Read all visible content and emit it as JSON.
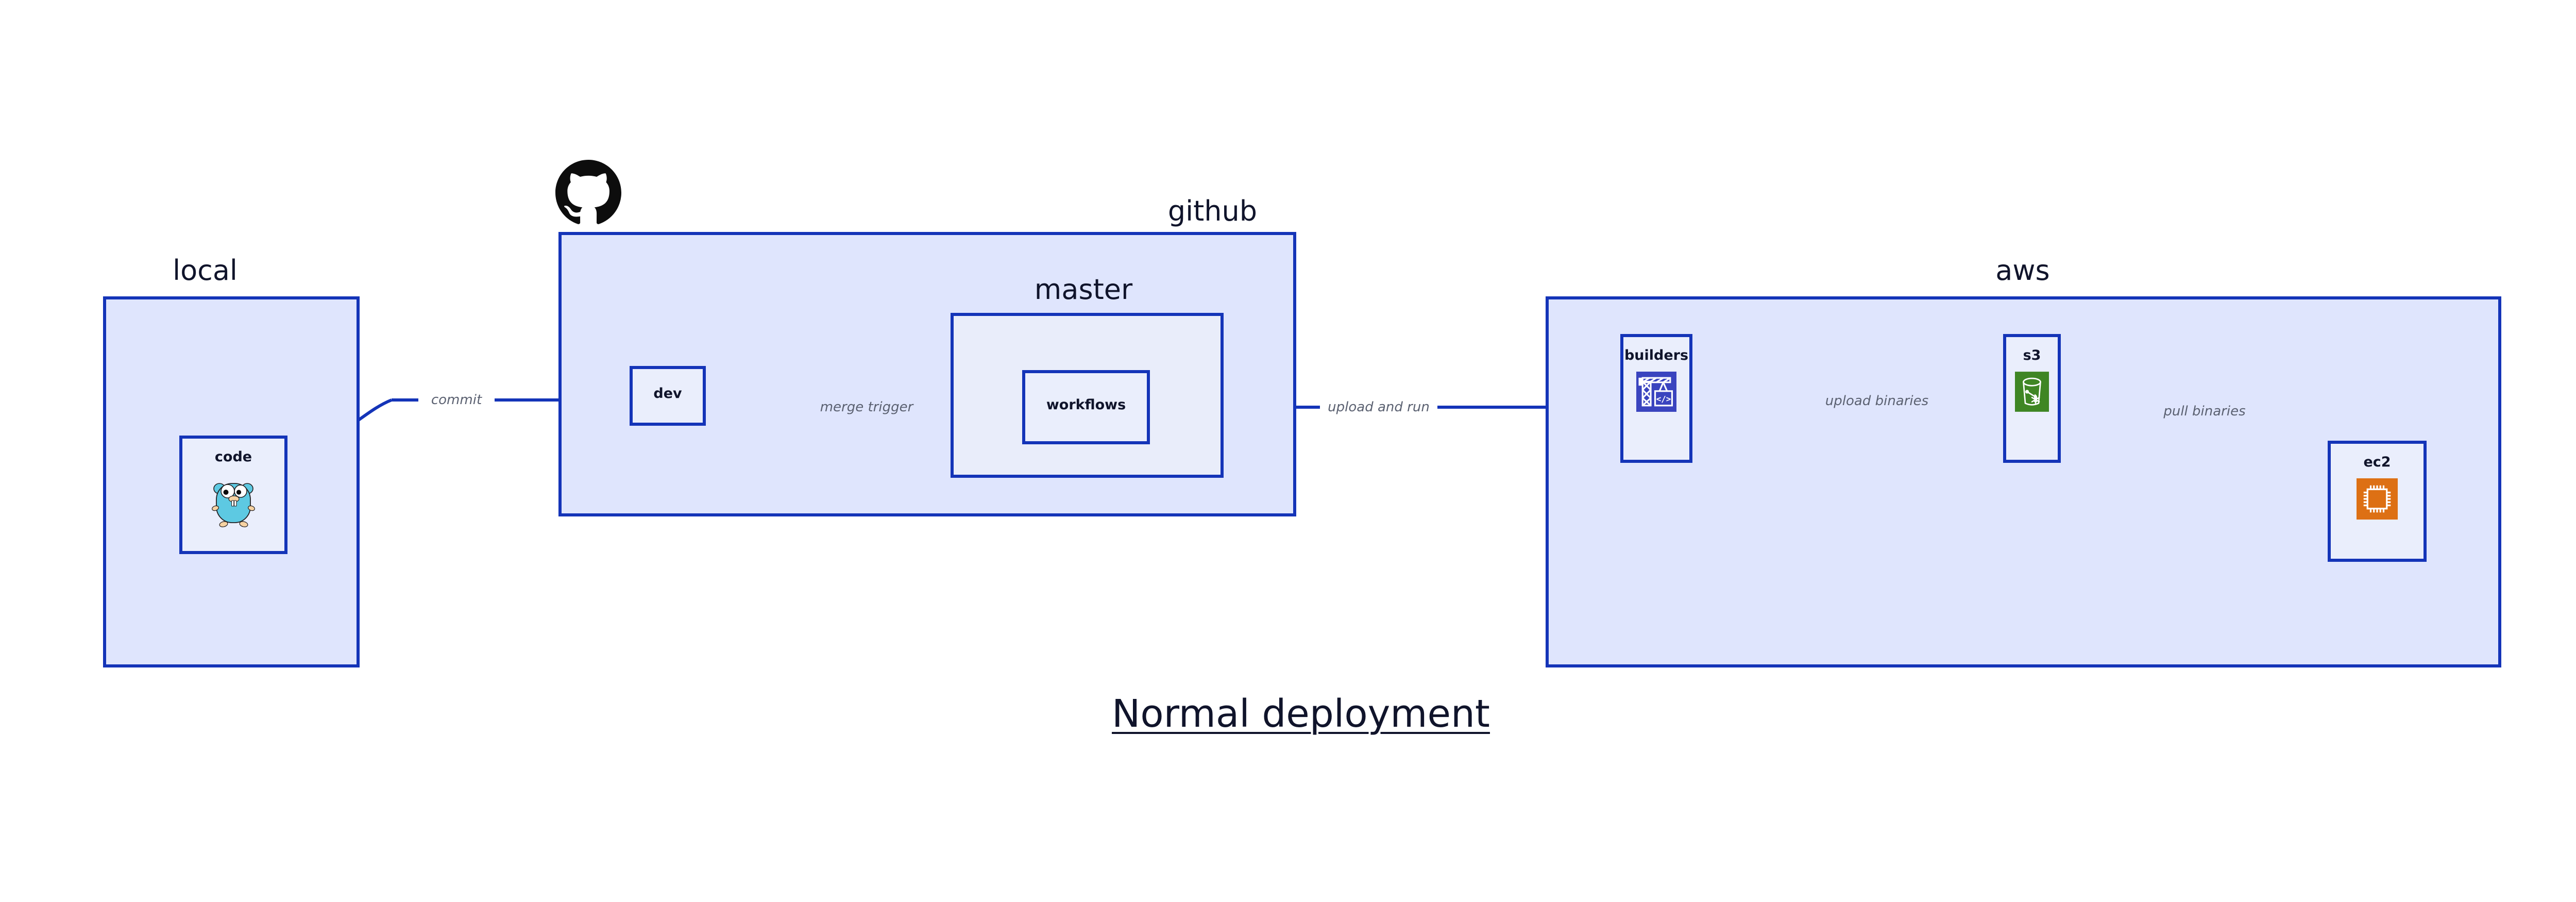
{
  "title": {
    "text": "Normal deployment"
  },
  "groups": [
    {
      "id": "local",
      "label": "local"
    },
    {
      "id": "github",
      "label": "github"
    },
    {
      "id": "master",
      "label": "master"
    },
    {
      "id": "aws",
      "label": "aws"
    }
  ],
  "nodes": [
    {
      "id": "code",
      "label": "code",
      "icon": "go-gopher-icon",
      "icon_color": "#5DC9E2"
    },
    {
      "id": "dev",
      "label": "dev",
      "icon": "none",
      "icon_color": ""
    },
    {
      "id": "workflows",
      "label": "workflows",
      "icon": "none",
      "icon_color": ""
    },
    {
      "id": "builders",
      "label": "builders",
      "icon": "aws-codebuild-icon",
      "icon_color": "#3a44bf"
    },
    {
      "id": "s3",
      "label": "s3",
      "icon": "aws-s3-glacier-icon",
      "icon_color": "#3f8624"
    },
    {
      "id": "ec2",
      "label": "ec2",
      "icon": "aws-ec2-icon",
      "icon_color": "#dd7014"
    }
  ],
  "edges": [
    {
      "id": "commit",
      "label": "commit",
      "from": "code",
      "to": "dev"
    },
    {
      "id": "merge-trigger",
      "label": "merge trigger",
      "from": "dev",
      "to": "workflows"
    },
    {
      "id": "upload-and-run",
      "label": "upload and run",
      "from": "workflows",
      "to": "builders"
    },
    {
      "id": "upload-binaries",
      "label": "upload binaries",
      "from": "builders",
      "to": "s3"
    },
    {
      "id": "pull-binaries",
      "label": "pull binaries",
      "from": "s3",
      "to": "ec2"
    }
  ],
  "logos": [
    {
      "id": "github-logo",
      "name": "github-octocat-logo",
      "color": "#0d0d0d"
    }
  ],
  "colors": {
    "group_fill": "#dfe5fd",
    "subgroup_fill": "#e9edfa",
    "node_fill": "#eaeefc",
    "stroke": "#1434b8",
    "label_text": "#10142b",
    "edge_label_text": "#5b6171",
    "background": "#ffffff"
  }
}
